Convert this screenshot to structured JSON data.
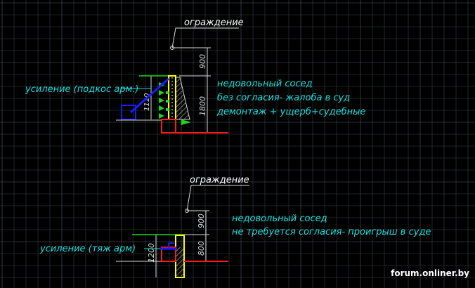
{
  "colors": {
    "background": "#000000",
    "grid": "#3a3f4a",
    "grid_major": "#525866",
    "callout_text": "#ffffff",
    "label_text": "#17e0e0",
    "note_text": "#17e0e0",
    "dimension": "#d8d8d8",
    "red": "#ff1a1a",
    "green": "#18d818",
    "yellow": "#ffff00",
    "blue": "#1a1aff",
    "hatch": "#d8d8d8"
  },
  "diagram_top": {
    "fence_label": "ограждение",
    "reinforcement_label": "усиление (подкос арм.)",
    "note_lines": [
      "недовольный сосед",
      "без согласия- жалоба в суд",
      "демонтаж + ущерб+судебные"
    ],
    "dims": {
      "above_ground": "900",
      "total": "1800",
      "below": "1110"
    }
  },
  "diagram_bottom": {
    "fence_label": "ограждение",
    "reinforcement_label": "усиление (тяж арм)",
    "note_lines": [
      "недовольный сосед",
      "не требуется согласия- проигрыш в суде"
    ],
    "dims": {
      "above_ground": "900",
      "lower": "800",
      "left": "1200"
    }
  },
  "watermark": "forum.onliner.by"
}
